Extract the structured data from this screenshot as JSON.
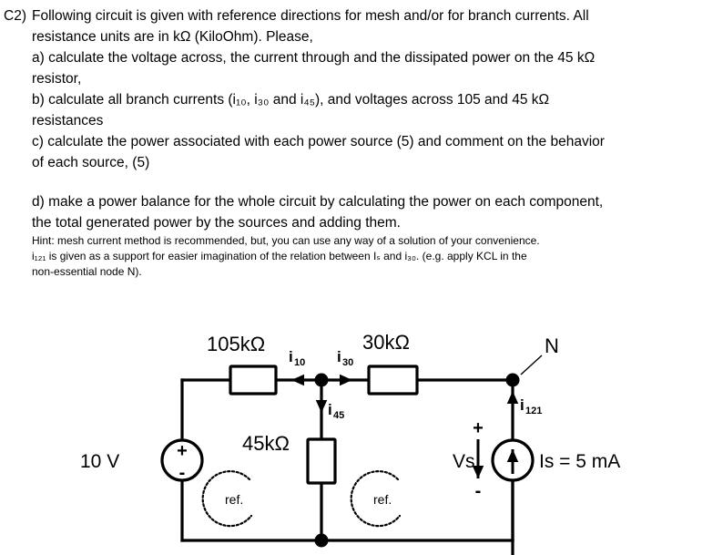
{
  "question": {
    "number": "C2)",
    "lines": [
      "Following circuit is given with reference directions for mesh and/or for branch currents. All",
      "resistance units are in kΩ (KiloOhm). Please,",
      "a) calculate the voltage across, the current through and the dissipated power on the 45 kΩ",
      "resistor,",
      "b) calculate all branch currents (i₁₀, i₃₀ and i₄₅), and voltages across 105 and 45 kΩ",
      "resistances",
      "c) calculate the power associated with each power source (5) and comment on the behavior",
      "of each source, (5)"
    ],
    "lines_d": [
      "d) make a power balance for the whole circuit by calculating the power on each component,",
      "the total generated power by the sources and adding them."
    ],
    "hint_lines": [
      "Hint: mesh current method is recommended, but, you can use any way of a solution of your convenience.",
      "i₁₂₁ is given as a support for easier imagination of the relation between Iₛ and i₃₀. (e.g. apply KCL in the",
      "non-essential node N)."
    ]
  },
  "circuit": {
    "labels": {
      "r105": "105kΩ",
      "r30": "30kΩ",
      "r45": "45kΩ",
      "vsource": "10 V",
      "vs": "Vs",
      "isource": "Is = 5 mA",
      "node_n": "N",
      "mesh_left": "ref.",
      "mesh_right": "ref.",
      "plus": "+",
      "minus": "-"
    },
    "currents": [
      {
        "name": "i10",
        "base": "i",
        "sub": "10",
        "direction": "left"
      },
      {
        "name": "i30",
        "base": "i",
        "sub": "30",
        "direction": "right"
      },
      {
        "name": "i45",
        "base": "i",
        "sub": "45",
        "direction": "down"
      },
      {
        "name": "i121",
        "base": "i",
        "sub": "121",
        "direction": "up"
      }
    ],
    "components": [
      {
        "name": "105k-resistor",
        "value": "105kΩ",
        "orientation": "horizontal"
      },
      {
        "name": "30k-resistor",
        "value": "30kΩ",
        "orientation": "horizontal"
      },
      {
        "name": "45k-resistor",
        "value": "45kΩ",
        "orientation": "vertical"
      },
      {
        "name": "voltage-source",
        "value": "10 V",
        "polarity_top": "+",
        "polarity_bottom": "-"
      },
      {
        "name": "current-source",
        "value": "Is = 5 mA",
        "arrow": "up"
      }
    ]
  }
}
